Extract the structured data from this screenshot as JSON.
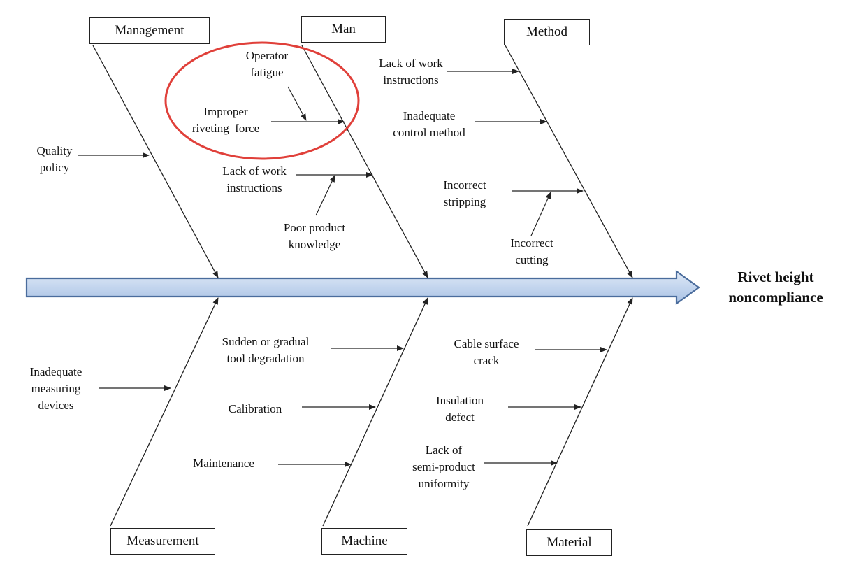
{
  "categories": {
    "management": "Management",
    "man": "Man",
    "method": "Method",
    "measurement": "Measurement",
    "machine": "Machine",
    "material": "Material"
  },
  "effect": {
    "line1": "Rivet height",
    "line2": "noncompliance"
  },
  "causes": {
    "management": {
      "quality_policy": [
        "Quality",
        "policy"
      ]
    },
    "man": {
      "operator_fatigue": [
        "Operator",
        "fatigue"
      ],
      "improper_riveting_force": [
        "Improper",
        "riveting  force"
      ],
      "lack_of_work_instructions": [
        "Lack of work",
        "instructions"
      ],
      "poor_product_knowledge": [
        "Poor product",
        "knowledge"
      ]
    },
    "method": {
      "lack_of_work_instructions": [
        "Lack of work",
        "instructions"
      ],
      "inadequate_control_method": [
        "Inadequate",
        "control method"
      ],
      "incorrect_stripping": [
        "Incorrect",
        "stripping"
      ],
      "incorrect_cutting": [
        "Incorrect",
        "cutting"
      ]
    },
    "measurement": {
      "inadequate_measuring_devices": [
        "Inadequate",
        "measuring",
        "devices"
      ]
    },
    "machine": {
      "tool_degradation": [
        "Sudden or gradual",
        "tool degradation"
      ],
      "calibration": [
        "Calibration"
      ],
      "maintenance": [
        "Maintenance"
      ]
    },
    "material": {
      "cable_surface_crack": [
        "Cable surface",
        "crack"
      ],
      "insulation_defect": [
        "Insulation",
        "defect"
      ],
      "semi_product_uniformity": [
        "Lack of",
        "semi-product",
        "uniformity"
      ]
    }
  },
  "colors": {
    "spine_fill": "#c9d9ef",
    "spine_stroke": "#4a6c9c",
    "highlight_circle": "#e0403a",
    "line": "#222222"
  }
}
